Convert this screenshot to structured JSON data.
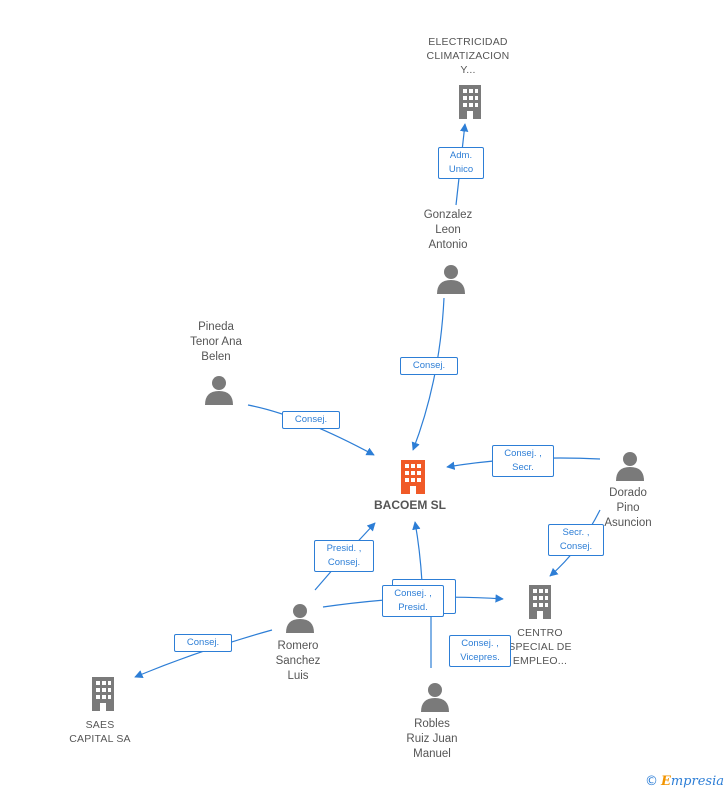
{
  "nodes": {
    "electricidad": {
      "label": "ELECTRICIDAD\nCLIMATIZACION\nY...",
      "type": "company"
    },
    "gonzalez": {
      "label": "Gonzalez\nLeon\nAntonio",
      "type": "person"
    },
    "pineda": {
      "label": "Pineda\nTenor Ana\nBelen",
      "type": "person"
    },
    "bacoem": {
      "label": "BACOEM SL",
      "type": "company",
      "highlight_color": "#f05a28"
    },
    "dorado": {
      "label": "Dorado\nPino\nAsuncion",
      "type": "person"
    },
    "centro": {
      "label": "CENTRO\nSPECIAL DE\nEMPLEO...",
      "type": "company"
    },
    "romero": {
      "label": "Romero\nSanchez\nLuis",
      "type": "person"
    },
    "saes": {
      "label": "SAES\nCAPITAL SA",
      "type": "company"
    },
    "robles": {
      "label": "Robles\nRuiz Juan\nManuel",
      "type": "person"
    }
  },
  "relations": {
    "adm_unico": "Adm.\nUnico",
    "gonzalez_consej": "Consej.",
    "pineda_consej": "Consej.",
    "dorado_consej_secr": "Consej. ,\nSecr.",
    "dorado_secr_consej": "Secr. ,\nConsej.",
    "romero_presid_consej": "Presid. ,\nConsej.",
    "romero_consej_presid": "Consej. ,\nPresid.",
    "romero_consej_saes": "Consej.",
    "robles_consej_vicepres": "Consej. ,\nVicepres."
  },
  "colors": {
    "edge": "#2d7ed6",
    "node_gray": "#7a7a7a",
    "main_node": "#f05a28"
  },
  "icons": {
    "company": "building-icon",
    "person": "person-icon"
  },
  "footer": {
    "copyright_symbol": "©",
    "brand_initial": "E",
    "brand_rest": "mpresia"
  }
}
